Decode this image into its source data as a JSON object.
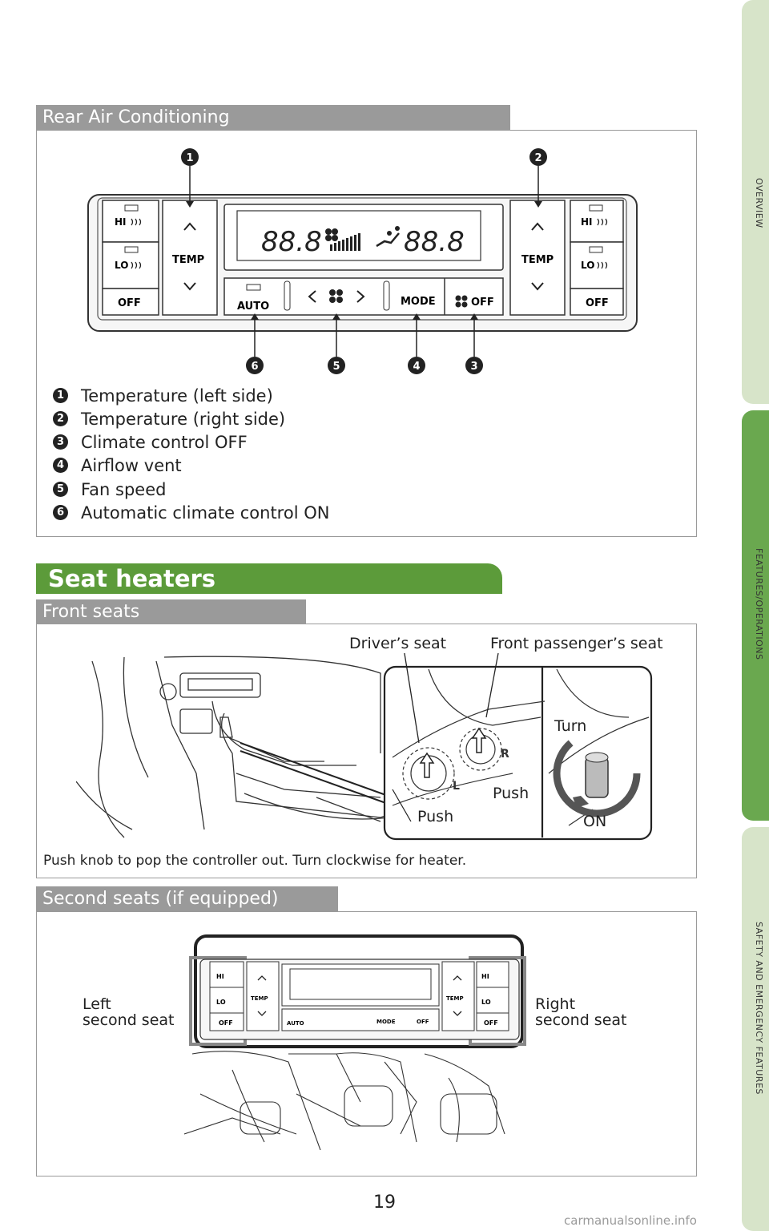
{
  "side_tabs": {
    "overview": "OVERVIEW",
    "features": "FEATURES/OPERATIONS",
    "safety": "SAFETY AND EMERGENCY FEATURES"
  },
  "rear_ac": {
    "title": "Rear Air Conditioning",
    "panel": {
      "hi": "HI",
      "lo": "LO",
      "off": "OFF",
      "temp": "TEMP",
      "auto": "AUTO",
      "mode": "MODE",
      "fan_off": "OFF",
      "display_left": "88.8",
      "display_right": "88.8"
    },
    "callouts": [
      "1",
      "2",
      "3",
      "4",
      "5",
      "6"
    ],
    "legend": [
      {
        "num": "1",
        "text": "Temperature (left side)"
      },
      {
        "num": "2",
        "text": "Temperature (right side)"
      },
      {
        "num": "3",
        "text": "Climate control OFF"
      },
      {
        "num": "4",
        "text": "Airflow vent"
      },
      {
        "num": "5",
        "text": "Fan speed"
      },
      {
        "num": "6",
        "text": "Automatic climate control ON"
      }
    ]
  },
  "seat_heaters": {
    "title": "Seat heaters",
    "front": {
      "title": "Front seats",
      "drivers_seat": "Driver’s seat",
      "passenger_seat": "Front passenger’s seat",
      "push_1": "Push",
      "push_2": "Push",
      "turn": "Turn",
      "on": "ON",
      "knob_left": "L",
      "knob_right": "R",
      "note": "Push knob to pop the controller out. Turn clockwise for heater."
    },
    "second": {
      "title": "Second seats (if equipped)",
      "left_label": "Left\nsecond seat",
      "right_label": "Right\nsecond seat",
      "left_line1": "Left",
      "left_line2": "second seat",
      "right_line1": "Right",
      "right_line2": "second seat"
    }
  },
  "page_number": "19",
  "watermark": "carmanualsonline.info",
  "colors": {
    "green_tab": "#6aa84f",
    "light_tab": "#d5e3c7",
    "header_grey": "#9a9a9a",
    "seat_heaters_green": "#5c9b3a"
  }
}
